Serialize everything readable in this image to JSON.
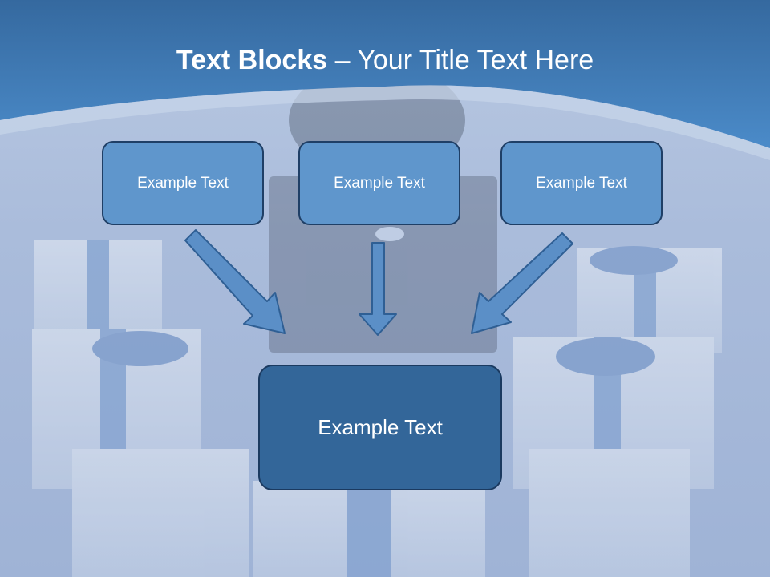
{
  "slide": {
    "title_bold": "Text Blocks",
    "title_separator": " – ",
    "title_rest": "Your Title Text Here"
  },
  "blocks": [
    {
      "label": "Example Text"
    },
    {
      "label": "Example Text"
    },
    {
      "label": "Example Text"
    }
  ],
  "main_block": {
    "label": "Example Text"
  },
  "colors": {
    "header_blue": "#3d79b8",
    "box_fill": "#5f96cc",
    "main_box_fill": "#336699",
    "arrow_fill": "#5b8fc7",
    "border": "#1f3f66"
  }
}
